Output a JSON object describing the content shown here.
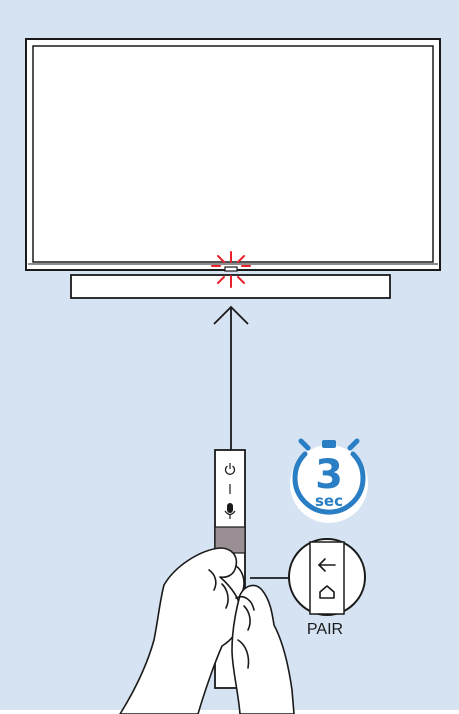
{
  "colors": {
    "background": "#d5e3f2",
    "outline": "#1a1a1a",
    "led": "#e8202a",
    "timer_accent": "#2a7fc4",
    "remote_band": "#9a8f94"
  },
  "timer": {
    "value": "3",
    "unit": "sec"
  },
  "pair_callout": {
    "label": "PAIR",
    "icons": [
      "back-arrow-icon",
      "home-icon"
    ]
  },
  "remote": {
    "icons": [
      "power-icon",
      "microphone-icon"
    ]
  }
}
